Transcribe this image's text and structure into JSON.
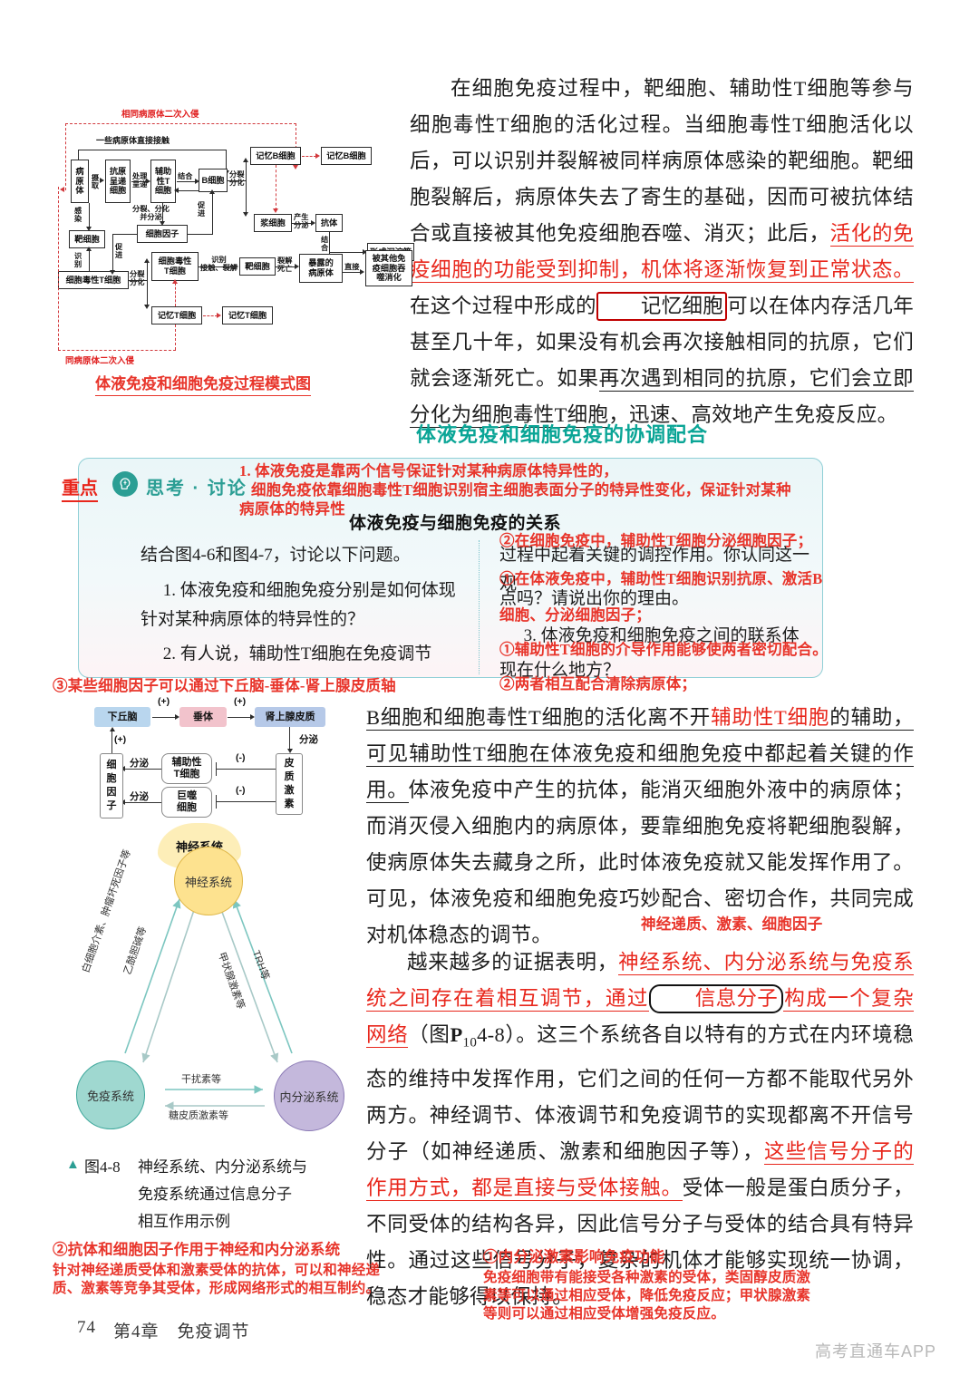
{
  "page": {
    "number": "74",
    "chapter": "第4章　免疫调节",
    "watermark": "高考直通车APP"
  },
  "top_paragraph": {
    "seg1": "在细胞免疫过程中，靶细胞、辅助性T细胞等参与细胞毒性T细胞的活化过程。当细胞毒性T细胞活化以后，可以识别并裂解被同样病原体感染的靶细胞。靶细胞裂解后，病原体失去了寄生的基础，因而可被抗体结合或直接被其他免疫细胞吞噬、消灭；此后，",
    "red_underline1": "活化的免疫细胞的功能受到抑制，机体将逐渐恢复到正常状态。",
    "seg2": "在这个过程中形成的",
    "boxed_term": "记忆细胞",
    "seg3": "可以在体内存活几年甚至几十年，如果没有机会再次接触相同的抗原，它们就会逐渐死亡。如果",
    "underline1": "再次遇到相同的抗原，它们会立即分化为细胞毒性T细胞",
    "seg4": "，迅速、高效地产生免疫反应。"
  },
  "flowchart": {
    "caption": "体液免疫和细胞免疫过程模式图",
    "top_red_label": "相同病原体二次入侵",
    "bottom_red_label": "同病原体二次入侵",
    "direct_contact_label": "一些病原体直接接触",
    "boxes": [
      {
        "id": "pathogen",
        "text": "病\n原\n体"
      },
      {
        "id": "apc",
        "text": "抗原\n呈递\n细胞"
      },
      {
        "id": "helper-t",
        "text": "辅助\n性T\n细胞"
      },
      {
        "id": "b-cell",
        "text": "B细胞"
      },
      {
        "id": "memory-b",
        "text": "记忆B细胞"
      },
      {
        "id": "memory-b2",
        "text": "记忆B细胞"
      },
      {
        "id": "plasma",
        "text": "浆细胞"
      },
      {
        "id": "antibody",
        "text": "抗体"
      },
      {
        "id": "precipitate",
        "text": "形成沉淀等"
      },
      {
        "id": "target-cell",
        "text": "靶细胞"
      },
      {
        "id": "cytokine",
        "text": "细胞因子"
      },
      {
        "id": "ctl-naive",
        "text": "细胞毒性T细胞"
      },
      {
        "id": "ctl-active",
        "text": "细胞毒性\nT细胞"
      },
      {
        "id": "memory-t",
        "text": "记忆T细胞"
      },
      {
        "id": "memory-t2",
        "text": "记忆T细胞"
      },
      {
        "id": "target-cell2",
        "text": "靶细胞"
      },
      {
        "id": "exposed-pathogen",
        "text": "暴露的\n病原体"
      },
      {
        "id": "phagocytosed",
        "text": "被其他免\n疫细胞吞\n噬消化"
      }
    ],
    "edge_labels": [
      "摄取",
      "处理\n呈递",
      "结合",
      "分裂\n分化",
      "感\n染",
      "识\n别",
      "促\n进",
      "分裂、分化\n并分泌",
      "促\n进",
      "分裂\n分化",
      "识别\n接触、裂解",
      "产生\n分泌",
      "结\n合",
      "裂解\n死亡",
      "直接"
    ]
  },
  "section_heading": "体液免疫和细胞免疫的协调配合",
  "discussion": {
    "key_label": "重点",
    "icon": "lightbulb-head-icon",
    "brand": "思考 · 讨论",
    "title": "体液免疫与细胞免疫的关系",
    "intro": "结合图4-6和图4-7，讨论以下问题。",
    "q1": "1.  体液免疫和细胞免疫分别是如何体现针对某种病原体的特异性的？",
    "q2_part1": "2.  有人说，辅助性T细胞在免疫调节",
    "q2_part2": "过程中起着关键的调控作用。你认同这一观",
    "q2_part3": "点吗？请说出你的理由。",
    "q3_part1": "3.  体液免疫和细胞免疫之间的联系体",
    "q3_part2": "现在什么地方？",
    "ann_q1": "1. 体液免疫是靠两个信号保证针对某种病原体特异性的，\n   细胞免疫依靠细胞毒性T细胞识别宿主细胞表面分子的特异性变化，保证针对某种\n病原体的特异性",
    "ann_q2_a": "②在细胞免疫中，辅助性T细胞分泌细胞因子；",
    "ann_q2_b": "①在体液免疫中，辅助性T细胞识别抗原、激活B",
    "ann_q2_c": "细胞、分泌细胞因子；",
    "ann_q3_a": "①辅助性T细胞的介导作用能够使两者密切配合。",
    "ann_q3_b": "②两者相互配合清除病原体；"
  },
  "annotations": {
    "hpa_note": "③某些细胞因子可以通过下丘脑-垂体-肾上腺皮质轴",
    "neuro_inline": "神经递质、激素、细胞因子",
    "bottom_left_title": "②抗体和细胞因子作用于神经和内分泌系统",
    "bottom_left_body": "针对神经递质受体和激素受体的抗体，可以和神经递\n质、激素等竞争其受体，形成网络形式的相互制约。",
    "bottom_right_title": "①内分泌激素影响免疫功能",
    "bottom_right_body": "免疫细胞带有能接受各种激素的受体，类固醇皮质激\n素等可以通过相应受体，降低免疫反应；甲状腺激素\n等则可以通过相应受体增强免疫反应。"
  },
  "hpa_diagram": {
    "nodes": [
      {
        "id": "hypothalamus",
        "text": "下丘脑",
        "color": "#b9d6ee"
      },
      {
        "id": "pituitary",
        "text": "垂体",
        "color": "#f2c3cc"
      },
      {
        "id": "adrenal-cortex",
        "text": "肾上腺皮质",
        "color": "#b6c9e8"
      },
      {
        "id": "cytokine",
        "text": "细\n胞\n因\n子",
        "color": "#ffffff"
      },
      {
        "id": "helper-t",
        "text": "辅助性\nT细胞",
        "color": "#ffffff"
      },
      {
        "id": "macrophage",
        "text": "巨噬\n细胞",
        "color": "#ffffff"
      },
      {
        "id": "cortical-hormone",
        "text": "皮\n质\n激\n素",
        "color": "#ffffff"
      },
      {
        "id": "nervous-system",
        "text": "神经系统",
        "color": "#fdeeb8"
      }
    ],
    "labels": [
      "(+)",
      "(+)",
      "(+)",
      "分泌",
      "分泌",
      "分泌",
      "(-)",
      "(-)"
    ]
  },
  "triangle_diagram": {
    "nodes": [
      {
        "id": "nervous",
        "text": "神经系统",
        "color": "#fde28f",
        "border": "#e0b84a"
      },
      {
        "id": "immune",
        "text": "免疫系统",
        "color": "#9fd8d0",
        "border": "#3fa89c"
      },
      {
        "id": "endocrine",
        "text": "内分泌系统",
        "color": "#c4b8dc",
        "border": "#8a79b5"
      }
    ],
    "edges": [
      {
        "label": "白细胞介素、肿瘤坏死因子等",
        "from": "immune",
        "to": "nervous"
      },
      {
        "label": "乙酰胆碱等",
        "from": "nervous",
        "to": "immune"
      },
      {
        "label": "甲状腺激素等",
        "from": "endocrine",
        "to": "nervous"
      },
      {
        "label": "TRH等",
        "from": "nervous",
        "to": "endocrine"
      },
      {
        "label": "干扰素等",
        "from": "immune",
        "to": "endocrine"
      },
      {
        "label": "糖皮质激素等",
        "from": "endocrine",
        "to": "immune"
      }
    ],
    "caption_marker": "▲",
    "caption_number": "图4-8",
    "caption_line1": "神经系统、内分泌系统与",
    "caption_line2": "免疫系统通过信息分子",
    "caption_line3": "相互作用示例"
  },
  "mid_paragraph": {
    "u1": "B细胞和细胞毒性T细胞的活化离不开",
    "r1": "辅助性T细胞",
    "u2": "的辅助，可见辅助性T细胞在体液免疫和细胞免疫中都起着关键的作用。",
    "rest": "体液免疫中产生的抗体，能消灭细胞外液中的病原体；而消灭侵入细胞内的病原体，要靠细胞免疫将靶细胞裂解，使病原体失去藏身之所，此时体液免疫就又能发挥作用了。可见，体液免疫和细胞免疫巧妙配合、密切合作，共同完成对机体稳态的调节。"
  },
  "last_paragraph": {
    "seg1": "越来越多的证据表明，",
    "r1": "神经系统、内分泌系统与免疫系统之间存在着相互调节，通过",
    "boxed": "信息分子",
    "r2": "构成一个复杂网络",
    "seg2": "（图",
    "figref_sup": "P",
    "figref_sub": "10",
    "seg3": "4-8）。这三个系统各自以特有的方式在内环境稳态的维持中发挥作用，它们之间的任何一方都不能取代另外两方。神经调节、体液调节和免疫调节的实现都离不开信号分子（如神经递质、激素和细胞因子等），",
    "r3": "这些信号分子的作用方式，都是直接与受体接触。",
    "seg4": "受体一般是蛋白质分子，不同受体的结构各异，因此信号分子与受体的结合具有特异性。通过这些信号分子，复杂的机体才能够实现统一协调，稳态才能够得以保持。"
  }
}
